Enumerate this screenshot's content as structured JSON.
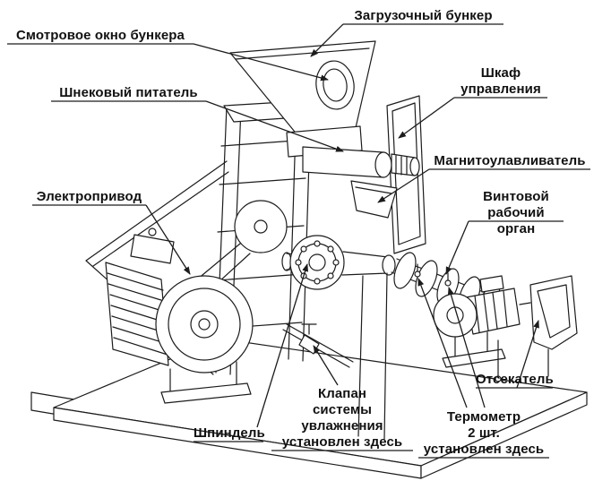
{
  "figure": {
    "background_color": "#ffffff",
    "line_color": "#1c1c1c",
    "text_color": "#111111"
  },
  "labels": {
    "hopper": {
      "text": "Загрузочный бункер"
    },
    "inspection_window": {
      "text": "Смотровое окно бункера"
    },
    "screw_feeder": {
      "text": "Шнековый питатель"
    },
    "electric_drive": {
      "text": "Электропривод"
    },
    "control_cabinet": {
      "text": "Шкаф\nуправления"
    },
    "magnet_catcher": {
      "text": "Магнитоулавливатель"
    },
    "working_screw": {
      "text": "Винтовой\nрабочий орган"
    },
    "cutter": {
      "text": "Отсекатель"
    },
    "thermometer": {
      "text": "Термометр\n2 шт.\nустановлен здесь"
    },
    "humidify_valve": {
      "text": "Клапан\nсистемы\nувлажнения\nустановлен здесь"
    },
    "spindle": {
      "text": "Шпиндель"
    }
  }
}
